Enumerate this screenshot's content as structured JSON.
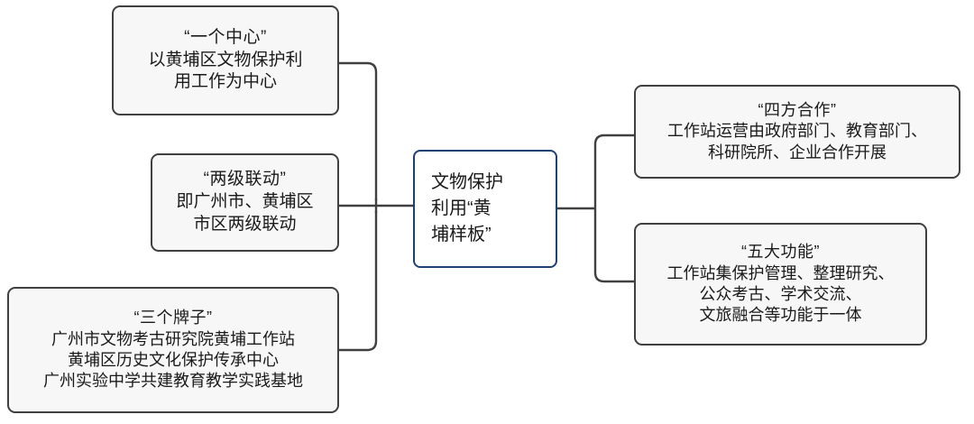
{
  "diagram": {
    "title": "文物保护利用\"黄埔样板\"结构图",
    "type": "bracket-mind-map",
    "colors": {
      "node_border": "#404040",
      "node_fill": "#f7f7f7",
      "center_border": "#1f4073",
      "center_fill": "#ffffff",
      "connector": "#404040",
      "text": "#1a1a1a"
    },
    "center": {
      "id": "center",
      "lines": [
        "文物保护",
        "利用“黄",
        "埔样板”"
      ]
    },
    "left_branches": [
      {
        "id": "one-center",
        "heading": "“一个中心”",
        "lines": [
          "以黄埔区文物保护利",
          "用工作为中心"
        ]
      },
      {
        "id": "two-level",
        "heading": "“两级联动”",
        "lines": [
          "即广州市、黄埔区",
          "市区两级联动"
        ]
      },
      {
        "id": "three-plaques",
        "heading": "“三个牌子”",
        "lines": [
          "广州市文物考古研究院黄埔工作站",
          "黄埔区历史文化保护传承中心",
          "广州实验中学共建教育教学实践基地"
        ]
      }
    ],
    "right_branches": [
      {
        "id": "four-cooperation",
        "heading": "“四方合作”",
        "lines": [
          "工作站运营由政府部门、教育部门、",
          "科研院所、企业合作开展"
        ]
      },
      {
        "id": "five-functions",
        "heading": "“五大功能”",
        "lines": [
          "工作站集保护管理、整理研究、",
          "公众考古、学术交流、",
          "文旅融合等功能于一体"
        ]
      }
    ]
  }
}
